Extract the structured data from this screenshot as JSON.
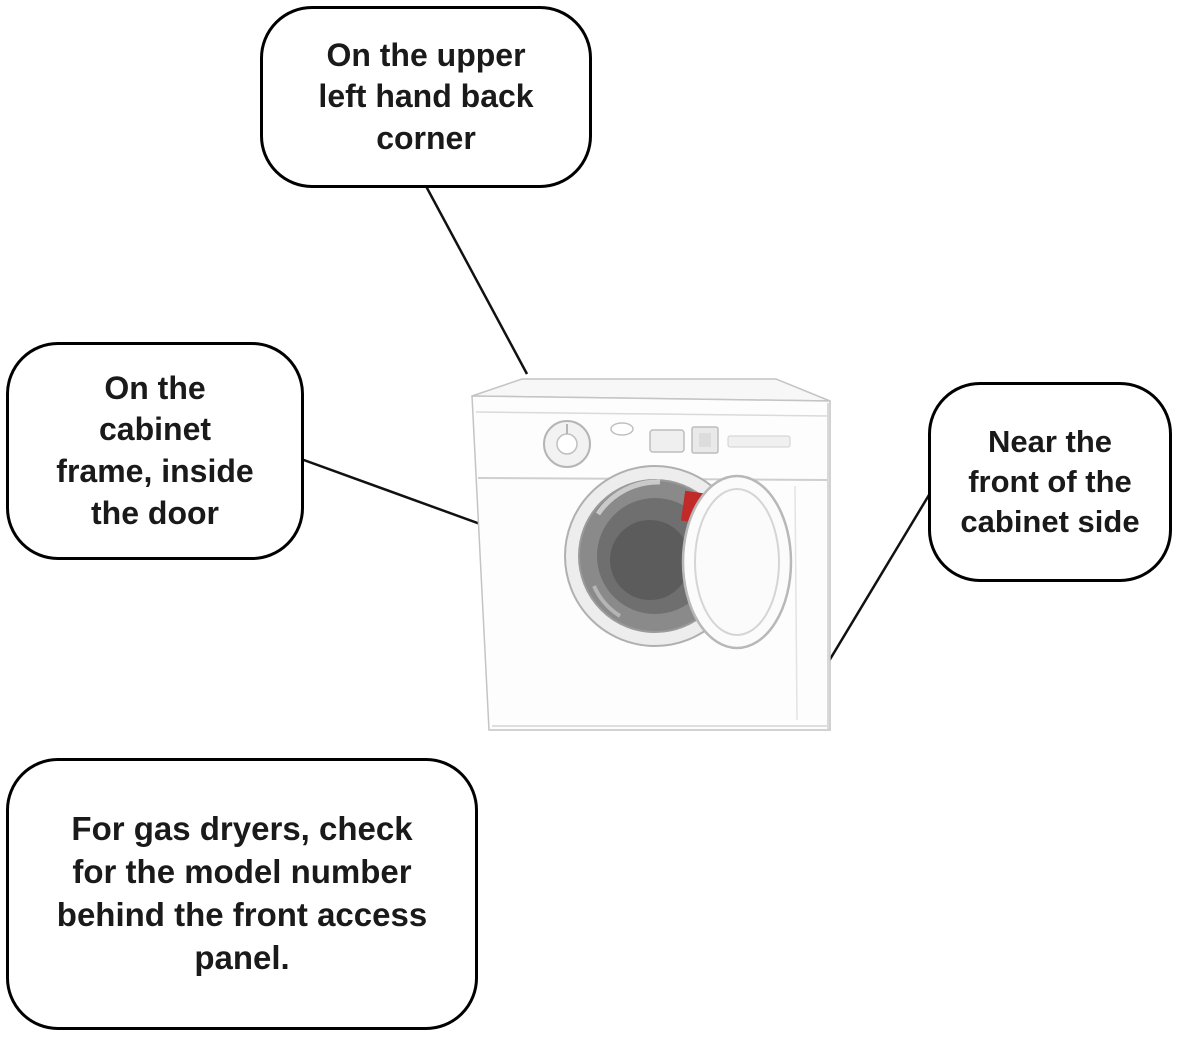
{
  "callouts": {
    "top": "On the upper\nleft hand back\ncorner",
    "left": "On the\ncabinet\nframe, inside\nthe door",
    "right": "Near the\nfront of the\ncabinet side",
    "bottom": "For gas dryers, check\nfor the model number\nbehind the front access\npanel."
  }
}
